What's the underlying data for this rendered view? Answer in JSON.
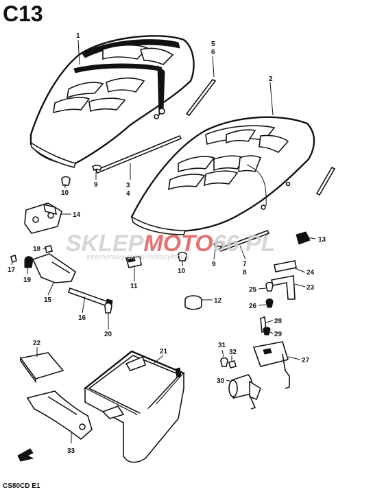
{
  "page_code": "C13",
  "model_code": "CS80CD E1",
  "watermark": {
    "brand_a": "SKLEP",
    "brand_b": "MOTO",
    "brand_c": "66.PL",
    "tagline": "internetowy sklep motocyklowy",
    "color_gray": "#cfcfcf",
    "color_red": "#e05a5a"
  },
  "callouts": [
    {
      "id": "c1",
      "text": "1"
    },
    {
      "id": "c2",
      "text": "2"
    },
    {
      "id": "c3",
      "text": "3"
    },
    {
      "id": "c4",
      "text": "4"
    },
    {
      "id": "c5",
      "text": "5"
    },
    {
      "id": "c6",
      "text": "6"
    },
    {
      "id": "c7",
      "text": "7"
    },
    {
      "id": "c8",
      "text": "8"
    },
    {
      "id": "c9a",
      "text": "9"
    },
    {
      "id": "c9b",
      "text": "9"
    },
    {
      "id": "c10a",
      "text": "10"
    },
    {
      "id": "c10b",
      "text": "10"
    },
    {
      "id": "c11",
      "text": "11"
    },
    {
      "id": "c12",
      "text": "12"
    },
    {
      "id": "c13",
      "text": "13"
    },
    {
      "id": "c14",
      "text": "14"
    },
    {
      "id": "c15",
      "text": "15"
    },
    {
      "id": "c16",
      "text": "16"
    },
    {
      "id": "c17",
      "text": "17"
    },
    {
      "id": "c18",
      "text": "18"
    },
    {
      "id": "c19",
      "text": "19"
    },
    {
      "id": "c20",
      "text": "20"
    },
    {
      "id": "c21",
      "text": "21"
    },
    {
      "id": "c22",
      "text": "22"
    },
    {
      "id": "c23",
      "text": "23"
    },
    {
      "id": "c24",
      "text": "24"
    },
    {
      "id": "c25",
      "text": "25"
    },
    {
      "id": "c26",
      "text": "26"
    },
    {
      "id": "c27",
      "text": "27"
    },
    {
      "id": "c28",
      "text": "28"
    },
    {
      "id": "c29",
      "text": "29"
    },
    {
      "id": "c30",
      "text": "30"
    },
    {
      "id": "c31",
      "text": "31"
    },
    {
      "id": "c32",
      "text": "32"
    },
    {
      "id": "c33",
      "text": "33"
    }
  ]
}
